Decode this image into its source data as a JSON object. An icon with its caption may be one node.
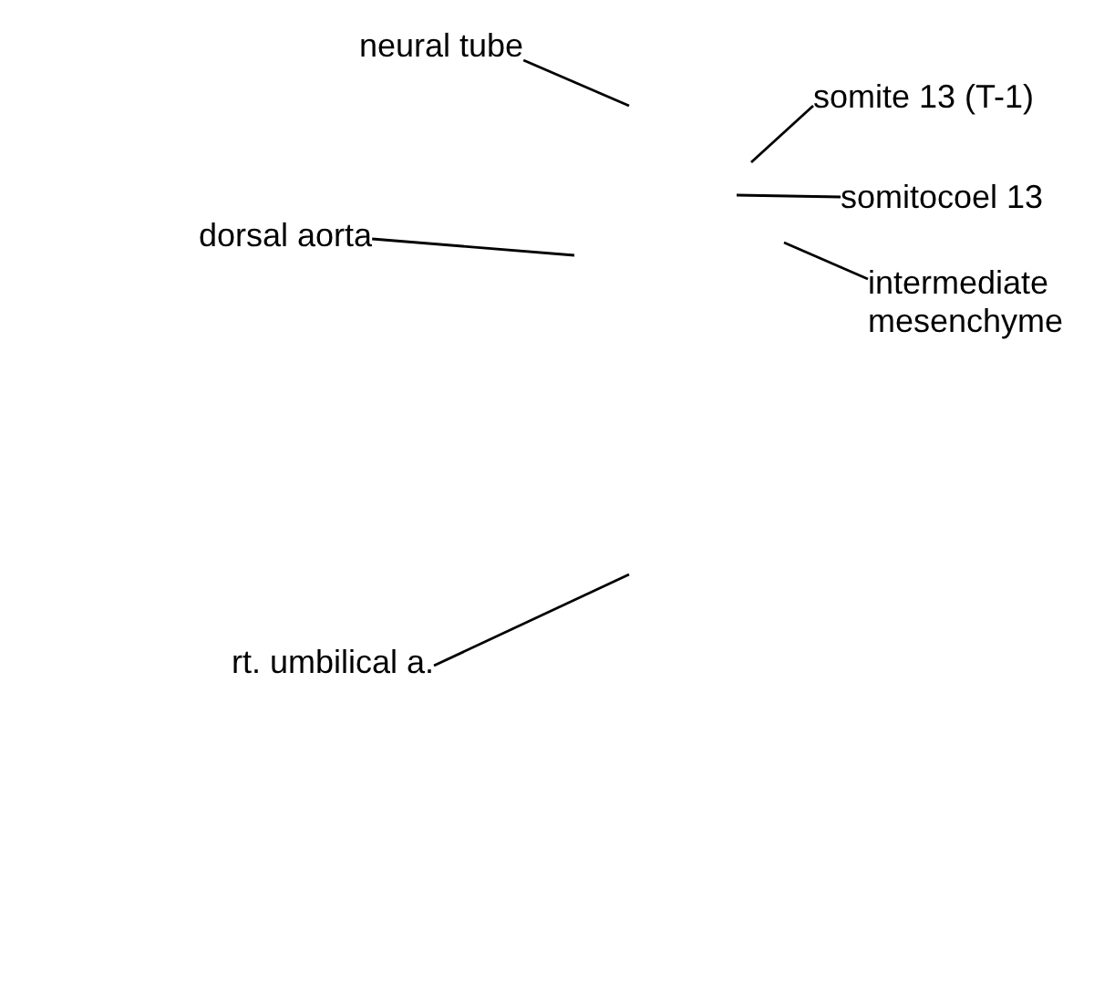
{
  "diagram": {
    "nodes": [
      {
        "text": [
          "neural tube"
        ]
      },
      {
        "text": [
          "somite 13 (T-1)"
        ]
      },
      {
        "text": [
          "somitocoel 13"
        ]
      },
      {
        "text": [
          "dorsal aorta"
        ]
      },
      {
        "text": [
          "intermediate mesenchyme"
        ]
      },
      {
        "text": [
          "rt. umbilical a."
        ]
      }
    ],
    "edges": [
      {
        "from": 0,
        "to": null,
        "arrow": "none"
      },
      {
        "from": 1,
        "to": null,
        "arrow": "none"
      },
      {
        "from": 2,
        "to": null,
        "arrow": "none"
      },
      {
        "from": 3,
        "to": null,
        "arrow": "none"
      },
      {
        "from": 4,
        "to": null,
        "arrow": "none"
      },
      {
        "from": 5,
        "to": null,
        "arrow": "none"
      }
    ]
  }
}
